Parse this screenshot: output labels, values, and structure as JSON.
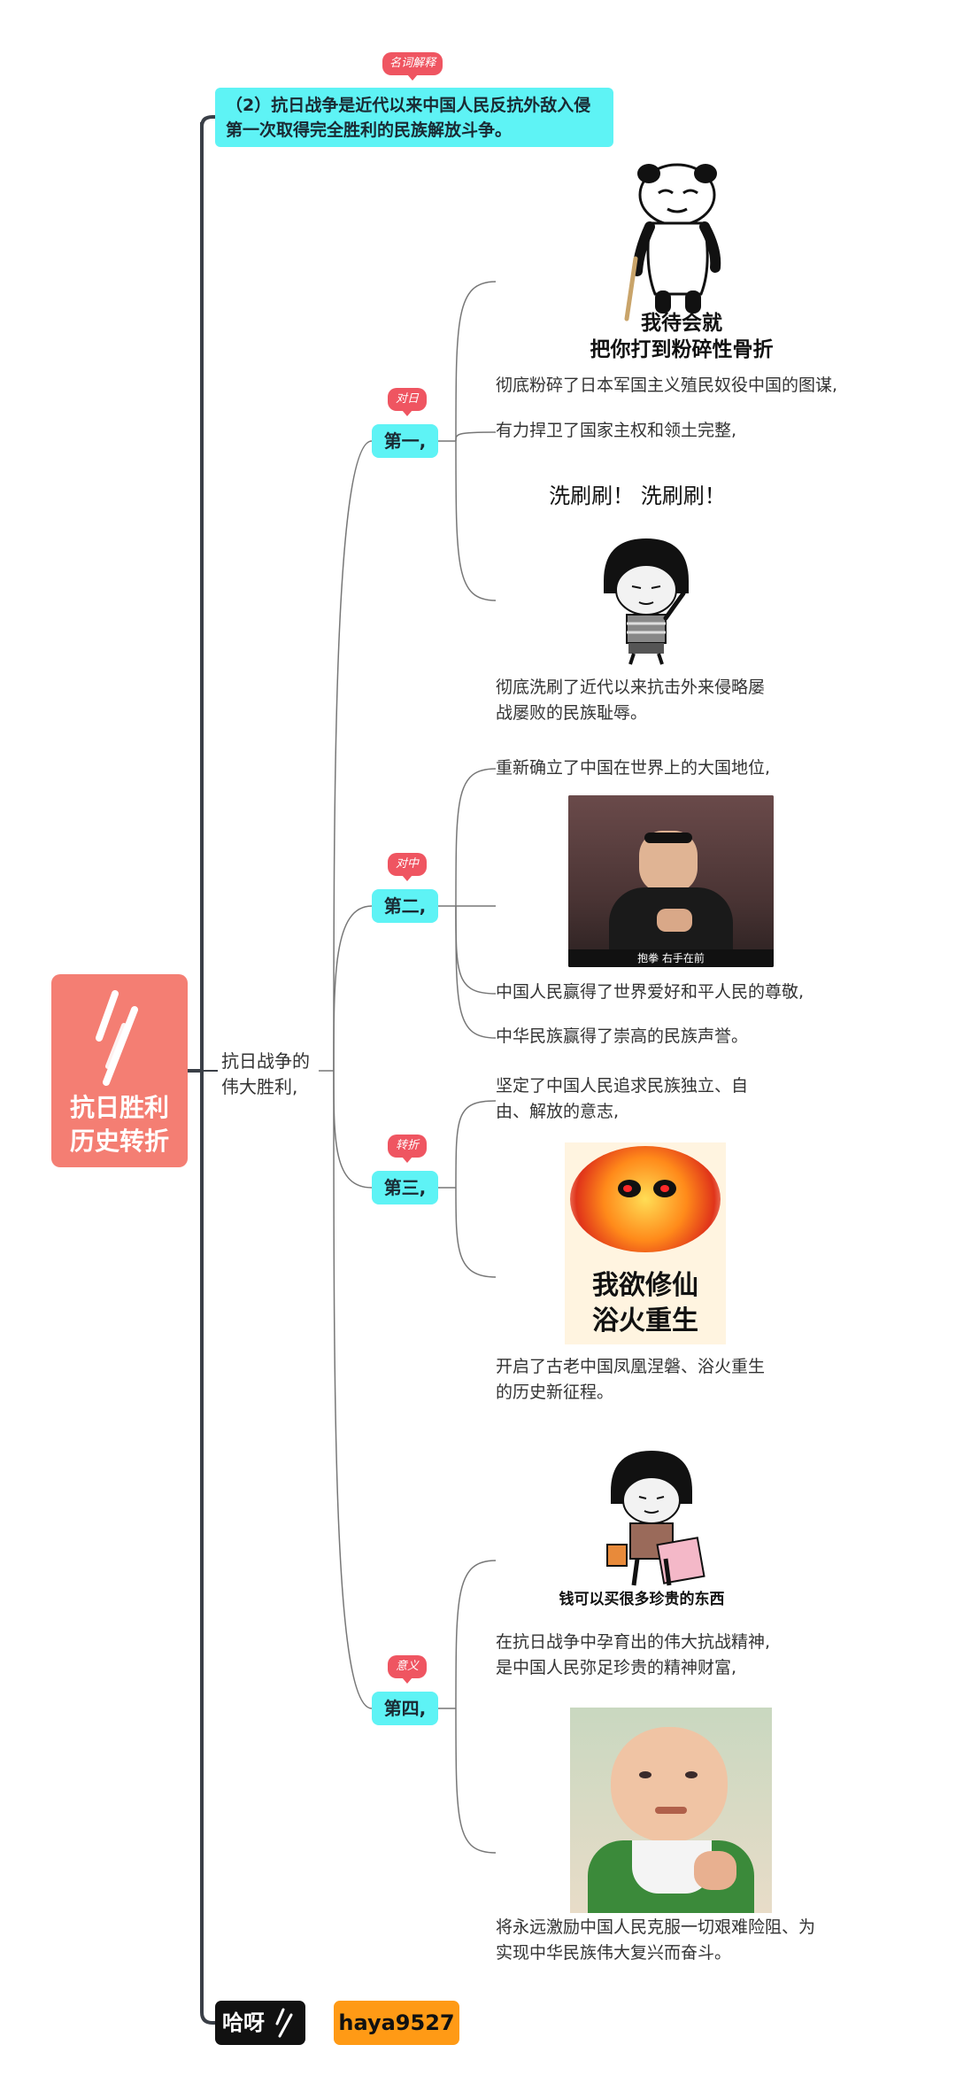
{
  "root": {
    "title": "抗日胜利\n历史转折",
    "logo_icon": "slash-logo-icon",
    "color": "#f47e73"
  },
  "top_note": {
    "tag": "名词解释",
    "text": "（2）抗日战争是近代以来中国人民反抗外敌入侵第一次取得完全胜利的民族解放斗争。"
  },
  "mid_node": "抗日战争的\n伟大胜利,",
  "points": [
    {
      "tag": "对日",
      "label": "第一,",
      "items": [
        "彻底粉碎了日本军国主义殖民奴役中国的图谋,",
        "有力捍卫了国家主权和领土完整,",
        "彻底洗刷了近代以来抗击外来侵略屡\n战屡败的民族耻辱。"
      ],
      "memes": [
        {
          "icon": "panda-meme-icon",
          "caption": "我待会就\n把你打到粉碎性骨折"
        },
        {
          "icon": "mushroom-head-meme-icon",
          "caption": "洗刷刷！ 洗刷刷！"
        }
      ]
    },
    {
      "tag": "对中",
      "label": "第二,",
      "items": [
        "重新确立了中国在世界上的大国地位,",
        "中国人民赢得了世界爱好和平人民的尊敬,",
        "中华民族赢得了崇高的民族声誉。"
      ],
      "memes": [
        {
          "icon": "salute-man-photo-icon",
          "caption": "抱拳  右手在前"
        }
      ]
    },
    {
      "tag": "转折",
      "label": "第三,",
      "items": [
        "坚定了中国人民追求民族独立、自\n由、解放的意志,",
        "开启了古老中国凤凰涅磐、浴火重生\n的历史新征程。"
      ],
      "memes": [
        {
          "icon": "fire-panda-meme-icon",
          "caption": "我欲修仙\n浴火重生"
        }
      ]
    },
    {
      "tag": "意义",
      "label": "第四,",
      "items": [
        "在抗日战争中孕育出的伟大抗战精神,\n是中国人民弥足珍贵的精神财富,",
        "将永远激励中国人民克服一切艰难险阻、为\n实现中华民族伟大复兴而奋斗。"
      ],
      "memes": [
        {
          "icon": "shopping-meme-icon",
          "caption": "钱可以买很多珍贵的东西"
        },
        {
          "icon": "success-kid-photo-icon",
          "caption": ""
        }
      ]
    }
  ],
  "footer": {
    "brand": "哈呀",
    "handle": "haya9527"
  },
  "colors": {
    "node": "#5ef3f5",
    "tag": "#ef5561",
    "line": "#3a3f47",
    "footer_accent": "#ff9a15"
  }
}
